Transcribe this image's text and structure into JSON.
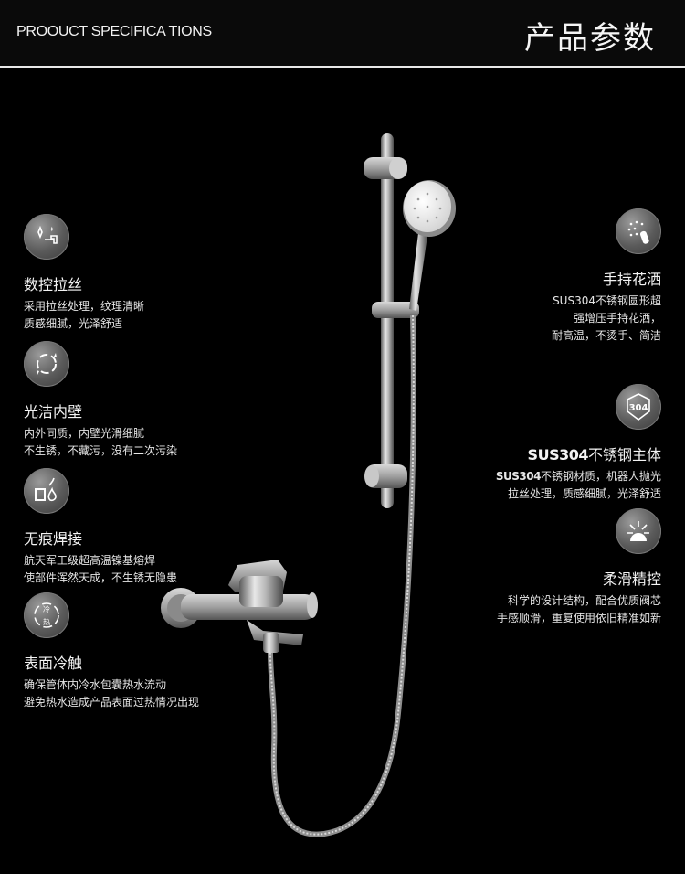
{
  "header": {
    "title_en": "PROOUCT SPECIFICA TIONS",
    "title_zh": "产品参数"
  },
  "left_features": [
    {
      "title": "数控拉丝",
      "lines": [
        "采用拉丝处理，纹理清晰",
        "质感细腻，光泽舒适"
      ],
      "icon": "faucet-sparkle-icon"
    },
    {
      "title": "光洁内壁",
      "lines": [
        "内外同质，内壁光滑细腻",
        "不生锈，不藏污，没有二次污染"
      ],
      "icon": "circular-arrows-icon"
    },
    {
      "title": "无痕焊接",
      "lines": [
        "航天军工级超高温镍基熔焊",
        "使部件浑然天成，不生锈无隐患"
      ],
      "icon": "flame-weld-icon"
    },
    {
      "title": "表面冷触",
      "lines": [
        "确保管体内冷水包囊热水流动",
        "避免热水造成产品表面过热情况出现"
      ],
      "icon": "hot-cold-cycle-icon",
      "icon_top": "冷",
      "icon_bottom": "热"
    }
  ],
  "right_features": [
    {
      "title": "手持花洒",
      "lines": [
        "SUS304不锈钢圆形超",
        "强增压手持花洒，",
        "耐高温，不烫手、简洁"
      ],
      "icon": "shower-head-icon"
    },
    {
      "title_prefix": "SUS304",
      "title": "不锈钢主体",
      "line1_prefix": "SUS304",
      "line1": "不锈钢材质，机器人抛光",
      "line2": "拉丝处理，质感细腻，光泽舒适",
      "icon": "304-badge-icon",
      "badge": "304"
    },
    {
      "title": "柔滑精控",
      "lines": [
        "科学的设计结构，配合优质阀芯",
        "手感顺滑，重复使用依旧精准如新"
      ],
      "icon": "spray-icon"
    }
  ]
}
